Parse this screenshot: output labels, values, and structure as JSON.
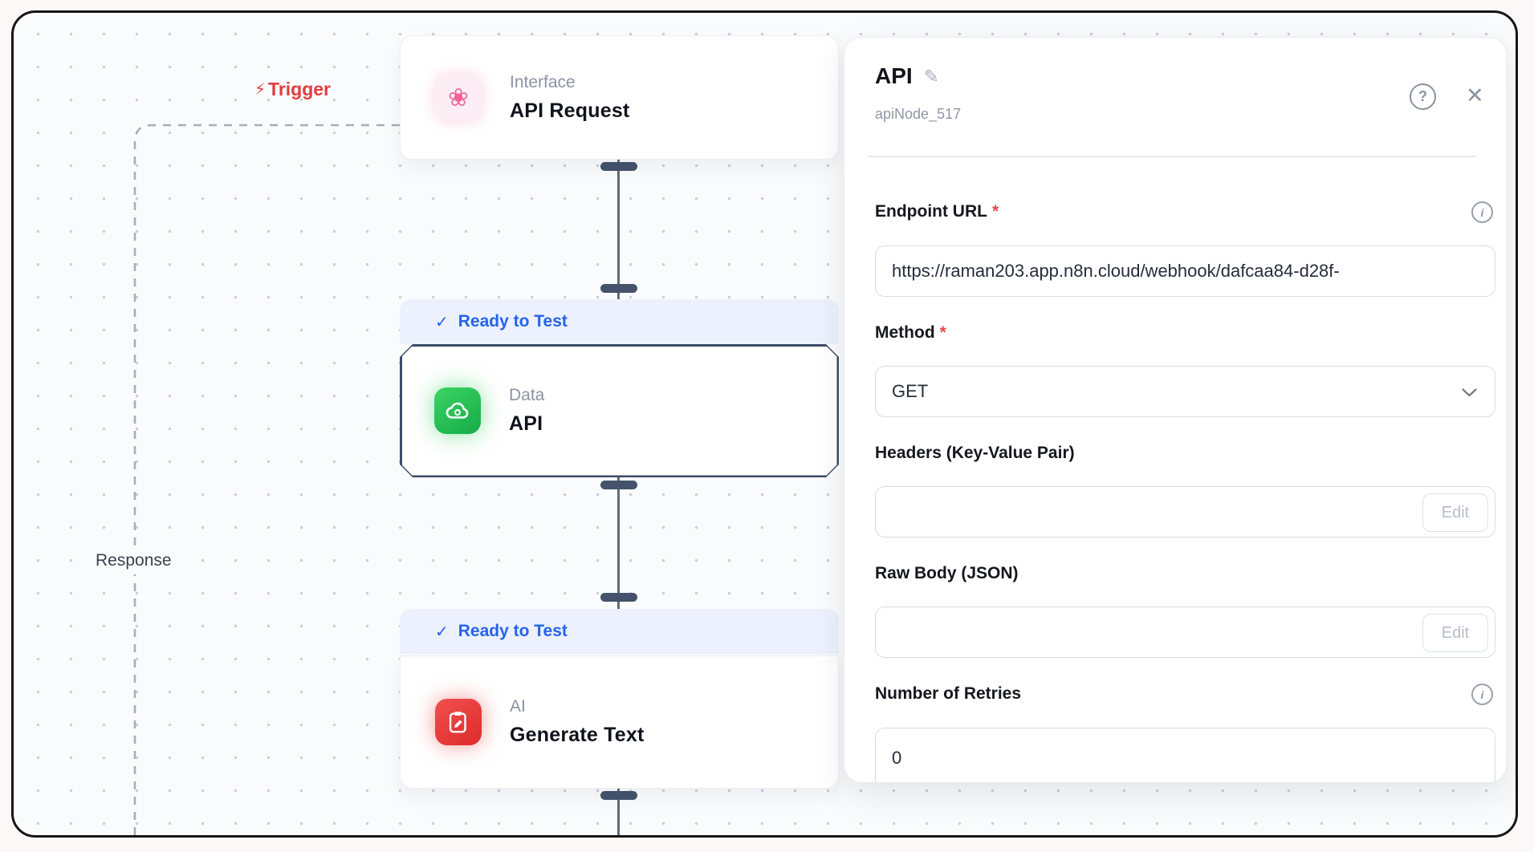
{
  "icons": {
    "lightning": "⚡",
    "check": "✓",
    "pencil": "✎",
    "help": "?",
    "close": "✕",
    "info": "i",
    "flower": "❀"
  },
  "required_mark": "*",
  "canvas": {
    "trigger_label": "Trigger",
    "response_label": "Response",
    "nodes": [
      {
        "category": "Interface",
        "title": "API Request",
        "icon": "interface-icon"
      },
      {
        "category": "Data",
        "title": "API",
        "icon": "data-cloud-icon",
        "status": "Ready to Test",
        "selected": true
      },
      {
        "category": "AI",
        "title": "Generate Text",
        "icon": "ai-generate-icon",
        "status": "Ready to Test"
      }
    ]
  },
  "panel": {
    "title": "API",
    "node_id": "apiNode_517",
    "endpoint": {
      "label": "Endpoint URL",
      "value": "https://raman203.app.n8n.cloud/webhook/dafcaa84-d28f-"
    },
    "method": {
      "label": "Method",
      "value": "GET"
    },
    "headers": {
      "label": "Headers (Key-Value Pair)",
      "button": "Edit"
    },
    "raw_body": {
      "label": "Raw Body (JSON)",
      "button": "Edit"
    },
    "retries": {
      "label": "Number of Retries",
      "value": "0"
    }
  },
  "colors": {
    "accent_blue": "#2563eb",
    "trigger_red": "#e03e3e",
    "node_green": "#22c55e",
    "node_red": "#ef4444",
    "node_pink": "#f06595",
    "connector": "#44536b"
  }
}
